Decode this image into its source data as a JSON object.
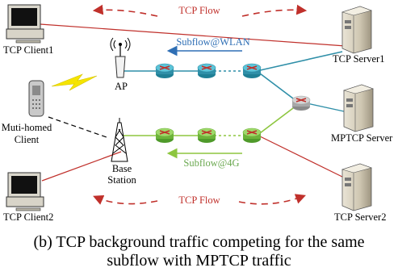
{
  "figure": {
    "nodes": {
      "tcp_client1": "TCP Client1",
      "tcp_client2": "TCP Client2",
      "multihomed_line1": "Muti-homed",
      "multihomed_line2": "Client",
      "ap": "AP",
      "base_station_line1": "Base",
      "base_station_line2": "Station",
      "tcp_server1": "TCP Server1",
      "tcp_server2": "TCP Server2",
      "mptcp_server": "MPTCP Server"
    },
    "flows": {
      "top_flow": "TCP Flow",
      "bottom_flow": "TCP Flow",
      "subflow_wlan": "Subflow@WLAN",
      "subflow_4g": "Subflow@4G"
    },
    "colors": {
      "tcp_flow": "#c0302b",
      "wlan": "#2f8fa8",
      "wlan_label": "#2f6fb5",
      "fourg": "#8dc63f",
      "fourg_label": "#6aa84f",
      "router_blue": "#3fb0c8",
      "router_green": "#7ec242",
      "router_gray": "#b8b8b8"
    }
  },
  "caption": {
    "line1": "(b) TCP background traffic competing for the same",
    "line2": "subflow with MPTCP traffic"
  }
}
